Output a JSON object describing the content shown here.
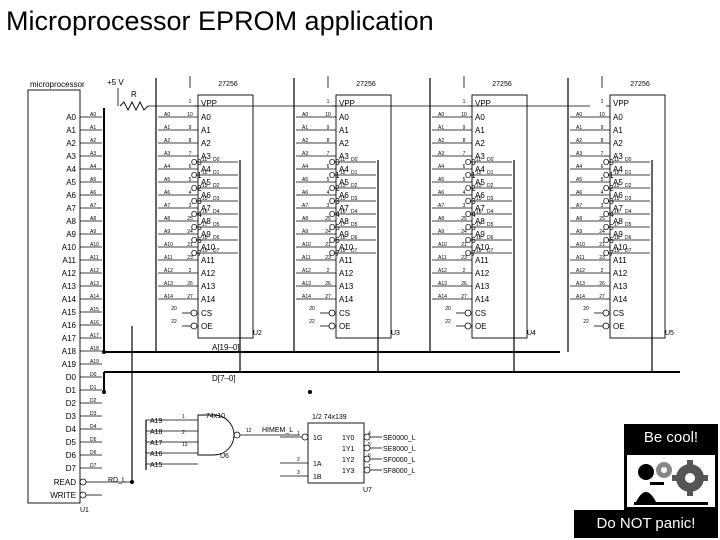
{
  "title": "Microprocessor EPROM application",
  "cpu": {
    "title": "microprocessor",
    "designator": "U1",
    "addr_pins": [
      "A0",
      "A1",
      "A2",
      "A3",
      "A4",
      "A5",
      "A6",
      "A7",
      "A8",
      "A9",
      "A10",
      "A11",
      "A12",
      "A13",
      "A14",
      "A15",
      "A16",
      "A17",
      "A18",
      "A19"
    ],
    "data_pins": [
      "D0",
      "D1",
      "D2",
      "D3",
      "D4",
      "D5",
      "D6",
      "D7"
    ],
    "control_pins": [
      "READ",
      "WRITE"
    ]
  },
  "supply_label": "+5 V",
  "resistor_label": "R",
  "bus": {
    "address": "A[19–0]",
    "data": "D[7–0]"
  },
  "eprom": {
    "part": "27256",
    "vpp_label": "VPP",
    "vpp_pin": "1",
    "left_pins": [
      "A0",
      "A1",
      "A2",
      "A3",
      "A4",
      "A5",
      "A6",
      "A7",
      "A8",
      "A9",
      "A10",
      "A11",
      "A12",
      "A13",
      "A14"
    ],
    "left_pin_nums": [
      "10",
      "9",
      "8",
      "7",
      "6",
      "5",
      "4",
      "3",
      "25",
      "24",
      "21",
      "23",
      "2",
      "26",
      "27"
    ],
    "right_pins": [
      "O0",
      "O1",
      "O2",
      "O3",
      "O4",
      "O5",
      "O6",
      "O7"
    ],
    "right_pin_nums": [
      "11",
      "12",
      "13",
      "15",
      "16",
      "17",
      "18",
      "19"
    ],
    "data_nets": [
      "D0",
      "D1",
      "D2",
      "D3",
      "D4",
      "D5",
      "D6",
      "D7"
    ],
    "cs_label": "CS",
    "cs_pin": "20",
    "oe_label": "OE",
    "oe_pin": "22",
    "designators": [
      "U2",
      "U3",
      "U4",
      "U5"
    ]
  },
  "nand": {
    "part": "74x10",
    "designator": "U6",
    "inputs": [
      "A19",
      "A18",
      "A17",
      "A16",
      "A15"
    ],
    "input_pins": [
      "1",
      "2",
      "13"
    ],
    "output_pin": "12",
    "output_net": "HIMEM_L"
  },
  "decoder": {
    "part": "1/2 74x139",
    "designator": "U7",
    "inputs": [
      "1G",
      "1A",
      "1B"
    ],
    "input_pins": [
      "1",
      "2",
      "3"
    ],
    "outputs": [
      "1Y0",
      "1Y1",
      "1Y2",
      "1Y3"
    ],
    "output_pins": [
      "4",
      "5",
      "6",
      "7"
    ],
    "output_nets": [
      "SE0000_L",
      "SE8000_L",
      "SF0000_L",
      "SF8000_L"
    ]
  },
  "rd_net": "RD_L",
  "callouts": {
    "top": "Be cool!",
    "bottom": "Do NOT panic!"
  },
  "colors": {
    "ink": "#000000",
    "background": "#ffffff"
  }
}
